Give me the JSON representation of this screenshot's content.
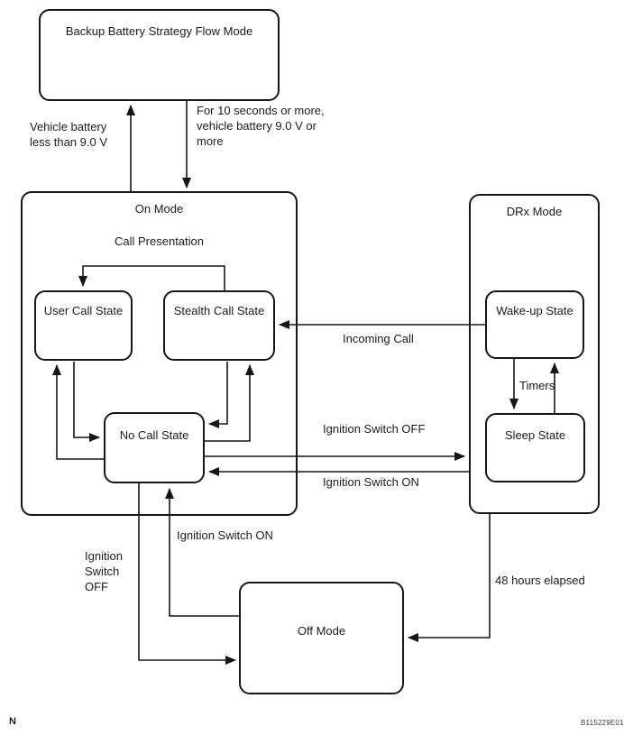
{
  "diagram": {
    "top_box": {
      "label": "Backup Battery Strategy Flow Mode"
    },
    "on_mode": {
      "title": "On Mode",
      "subtitle": "Call Presentation",
      "user_call_state": "User Call State",
      "stealth_call_state": "Stealth Call State",
      "no_call_state": "No Call State"
    },
    "drx_mode": {
      "title": "DRx Mode",
      "wake_up_state": "Wake-up State",
      "sleep_state": "Sleep State"
    },
    "off_mode": {
      "title": "Off Mode"
    },
    "transition_labels": {
      "battery_low": "Vehicle battery\nless than 9.0 V",
      "battery_restored": "For 10 seconds or more,\nvehicle battery 9.0 V or\nmore",
      "incoming_call": "Incoming Call",
      "ignition_switch_off_to_drx": "Ignition Switch OFF",
      "ignition_switch_on_from_drx": "Ignition Switch ON",
      "ignition_switch_on_from_off_mode": "Ignition Switch ON",
      "ignition_switch_off_to_off_mode": "Ignition\nSwitch\nOFF",
      "timers": "Timers",
      "hours_elapsed": "48 hours elapsed"
    },
    "footer": {
      "left_mark": "N",
      "figure_code": "B115229E01"
    }
  }
}
